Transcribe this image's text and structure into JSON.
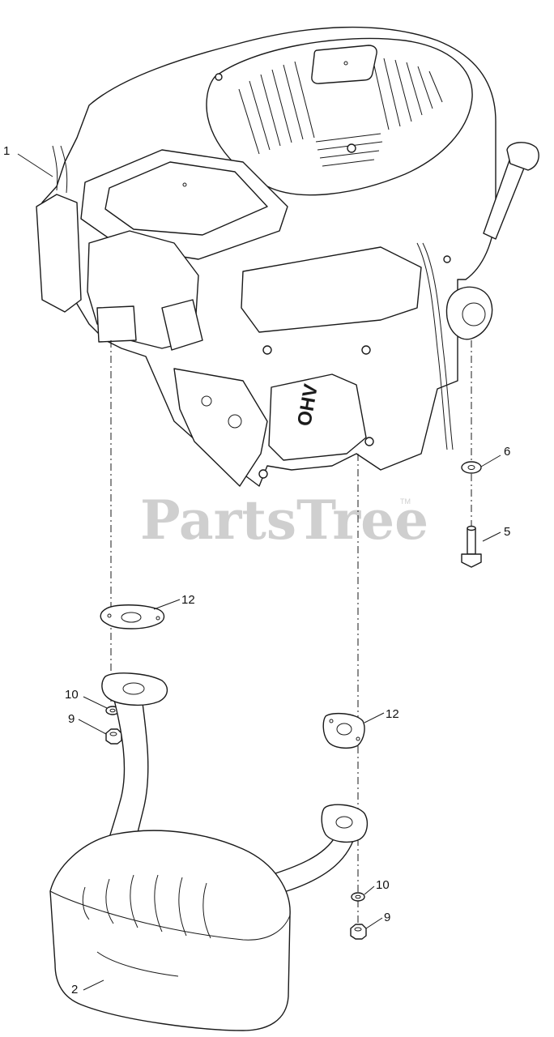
{
  "watermark": {
    "text": "PartsTree",
    "trademark": "TM"
  },
  "callouts": {
    "engine": "1",
    "muffler": "2",
    "bolt": "5",
    "washer": "6",
    "nut_left": "9",
    "lock_washer_left": "10",
    "gasket_top": "12",
    "gasket_right": "12",
    "lock_washer_right": "10",
    "nut_right": "9"
  },
  "engine_cover_text": "OHV"
}
